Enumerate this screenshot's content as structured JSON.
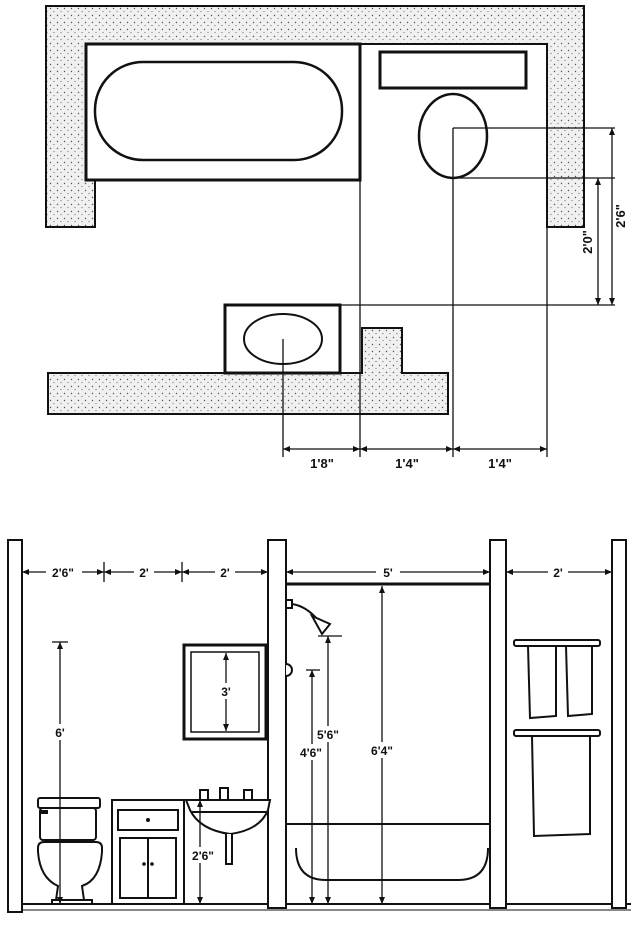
{
  "plan": {
    "dims": {
      "sink_offset": "1'8\"",
      "gap_to_toilet": "1'4\"",
      "toilet_to_wall": "1'4\"",
      "toilet_clearance": "2'0\"",
      "sink_to_toilet_wall": "2'6\""
    }
  },
  "elevation": {
    "dims": {
      "toilet_width": "2'6\"",
      "vanity_width": "2'",
      "sink_width": "2'",
      "tub_width": "5'",
      "towel_width": "2'",
      "toilet_height": "6'",
      "mirror_height": "3'",
      "sink_height": "2'6\"",
      "shower_valve_height": "4'6\"",
      "shower_head_height": "5'6\"",
      "curtain_rod_height": "6'4\""
    }
  },
  "colors": {
    "line": "#111111",
    "wall_fill": "#ececec",
    "background": "#ffffff"
  }
}
